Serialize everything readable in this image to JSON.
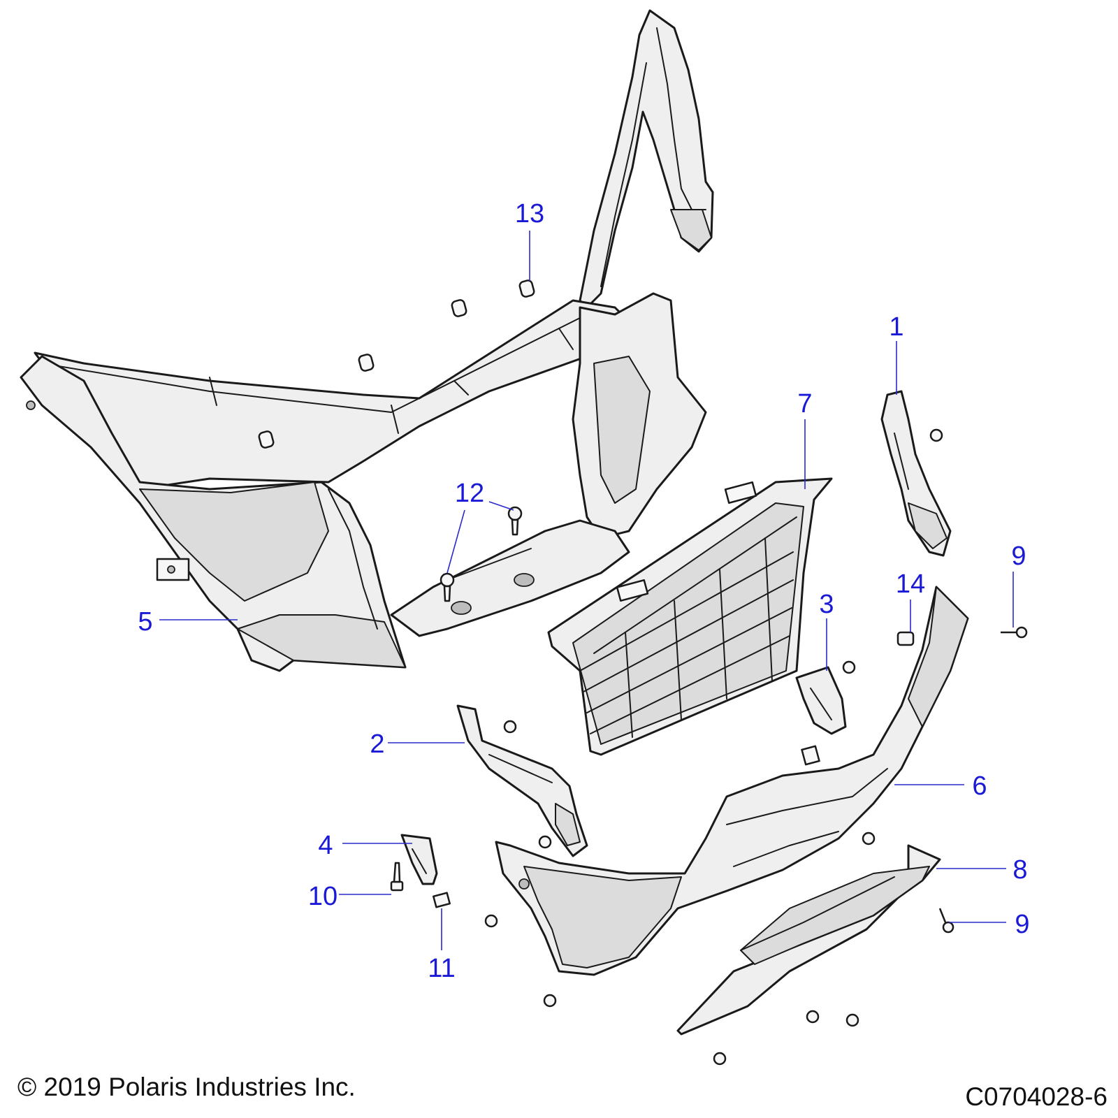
{
  "callouts": {
    "c1": "1",
    "c2": "2",
    "c3": "3",
    "c4": "4",
    "c5": "5",
    "c6": "6",
    "c7": "7",
    "c8": "8",
    "c9a": "9",
    "c9b": "9",
    "c10": "10",
    "c11": "11",
    "c12": "12",
    "c13": "13",
    "c14": "14"
  },
  "footer": {
    "copyright": "© 2019 Polaris Industries Inc.",
    "drawing_number": "C0704028-6"
  },
  "colors": {
    "callout_text": "#1a1ad6",
    "leader_line": "#2a2acc",
    "part_fill": "#efefef",
    "outline": "#1a1a1a"
  }
}
